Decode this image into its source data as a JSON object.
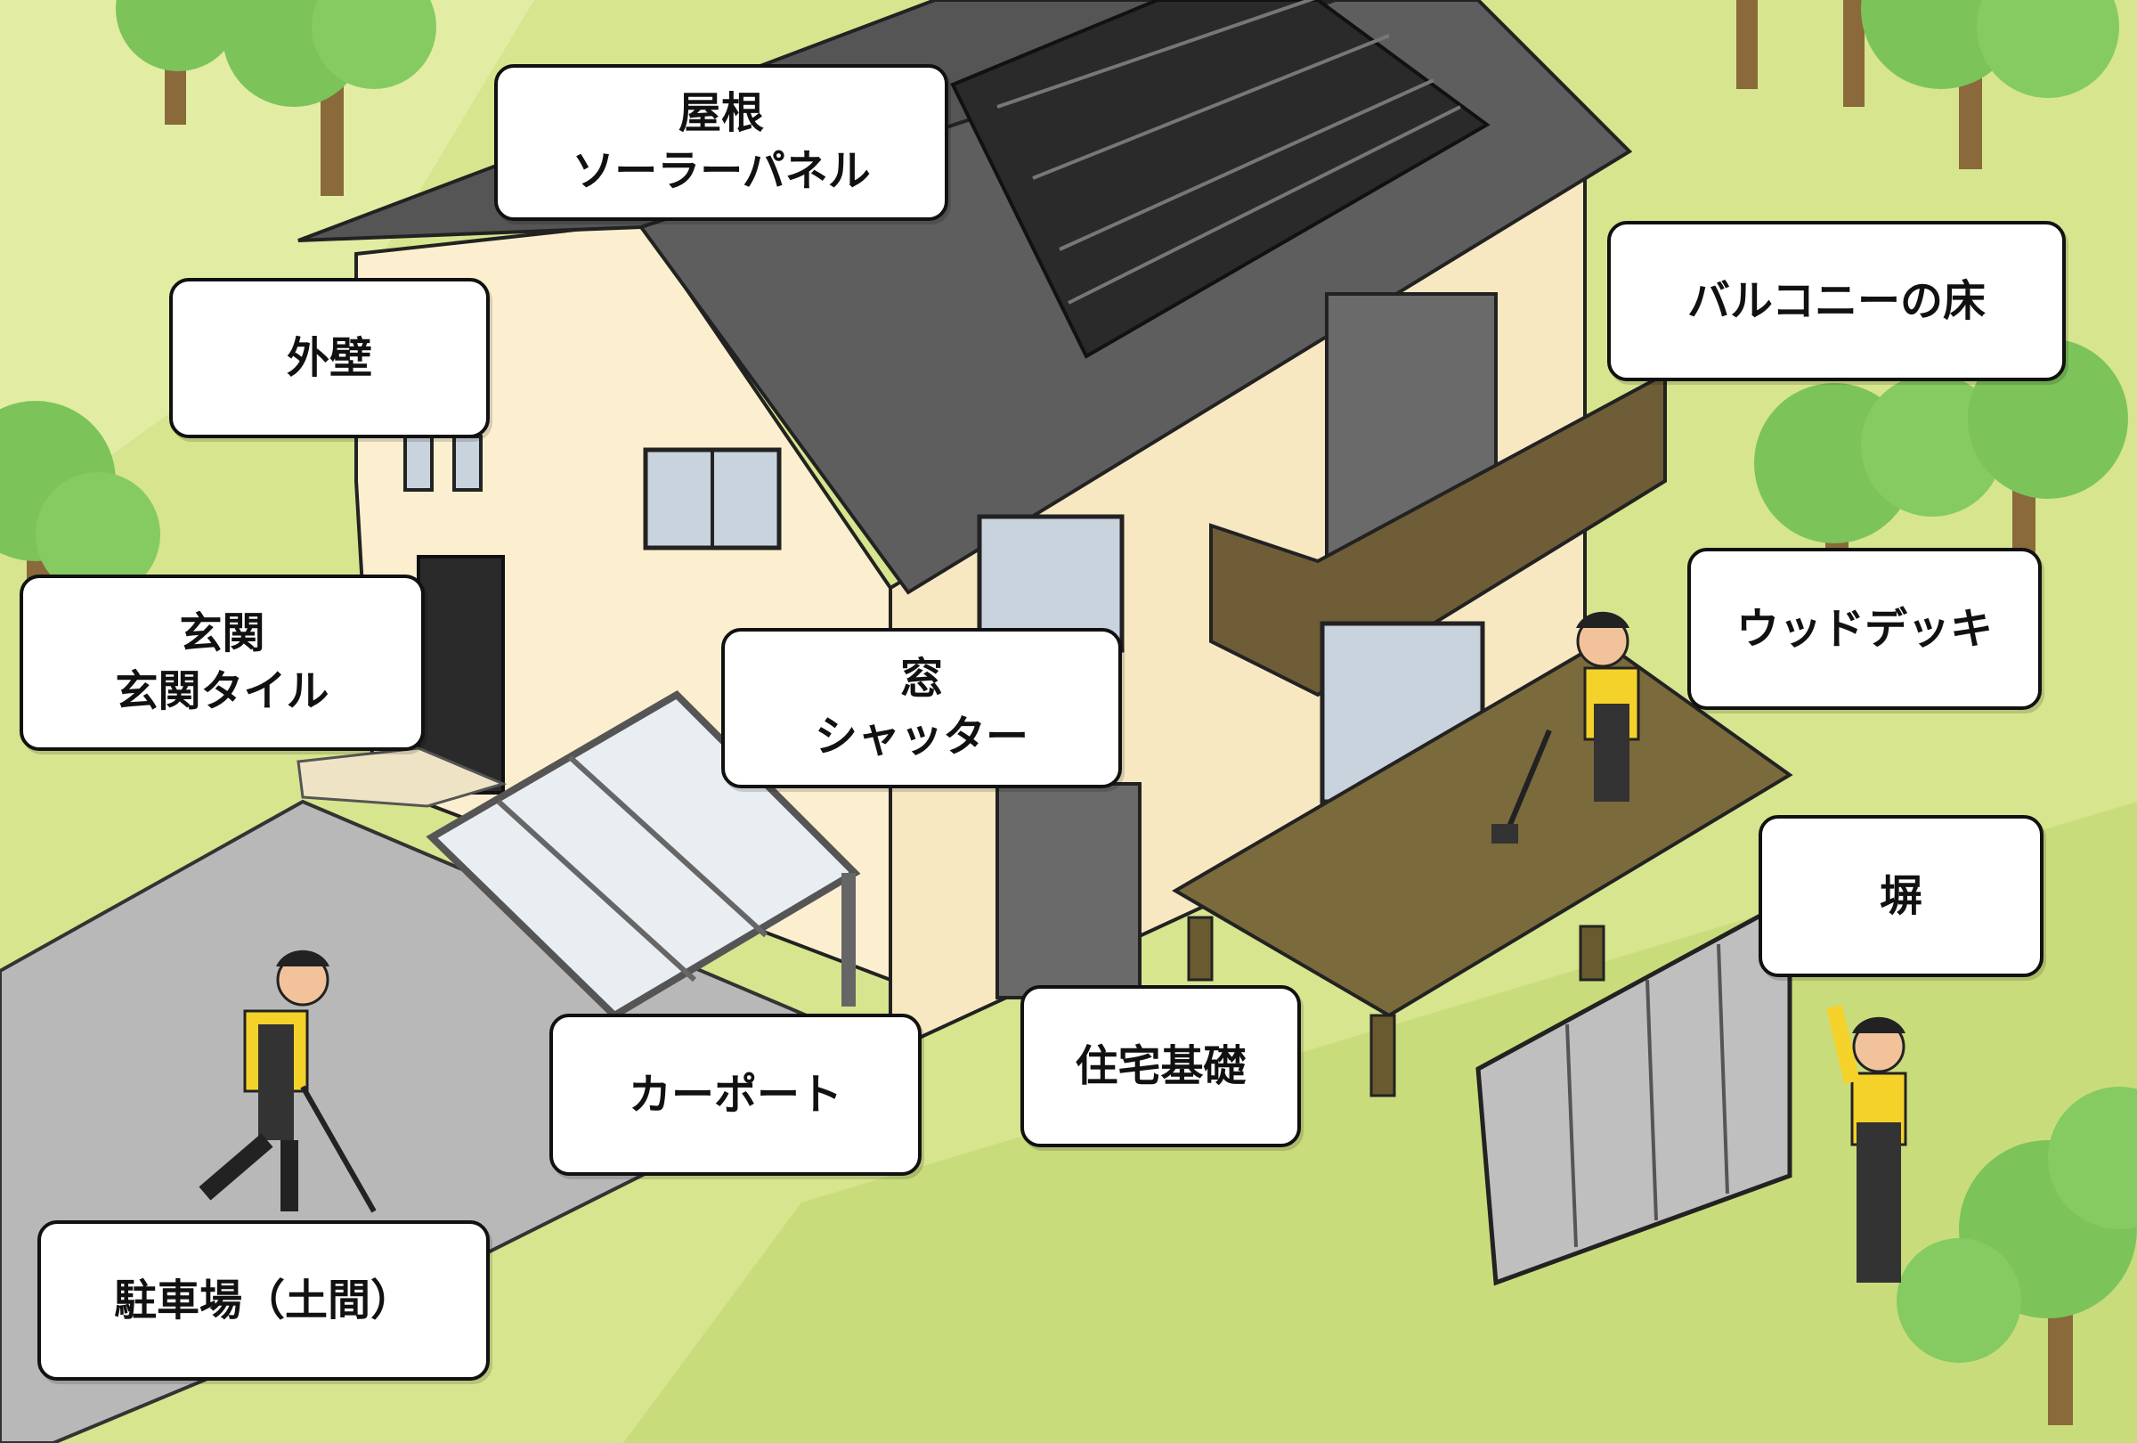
{
  "labels": {
    "roof": [
      "屋根",
      "ソーラーパネル"
    ],
    "exterior_wall": [
      "外壁"
    ],
    "balcony_floor": [
      "バルコニーの床"
    ],
    "entrance": [
      "玄関",
      "玄関タイル"
    ],
    "window": [
      "窓",
      "シャッター"
    ],
    "wood_deck": [
      "ウッドデッキ"
    ],
    "fence": [
      "塀"
    ],
    "carport": [
      "カーポート"
    ],
    "foundation": [
      "住宅基礎"
    ],
    "parking": [
      "駐車場（土間）"
    ]
  },
  "colors": {
    "background": "#d6e58e",
    "wall": "#fbefcf",
    "roof": "#555555",
    "solar_panel": "#2a2a2a",
    "deck": "#7a6a3c",
    "pavement": "#b8b8b8",
    "worker_shirt": "#f5d22a",
    "tree_leaves": "#7cc35a"
  }
}
